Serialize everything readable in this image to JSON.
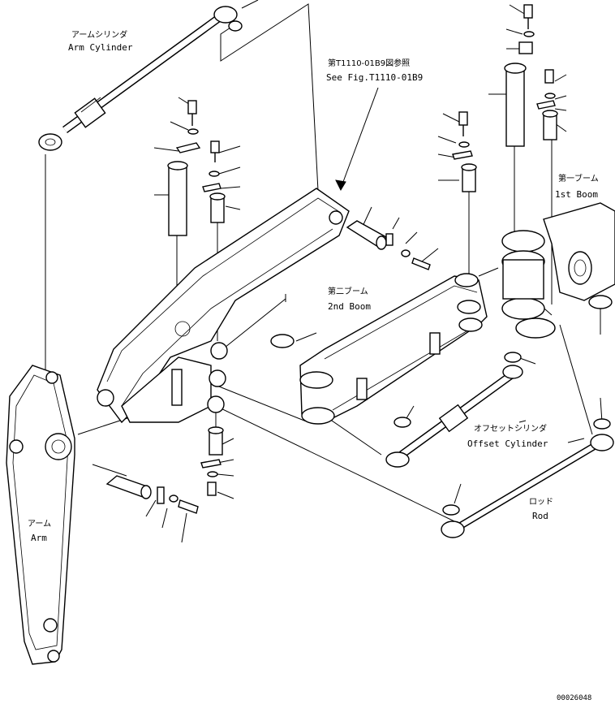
{
  "labels": {
    "arm_cylinder_jp": "アームシリンダ",
    "arm_cylinder_en": "Arm Cylinder",
    "see_fig_jp": "第T1110-01B9図参照",
    "see_fig_en": "See Fig.T1110-01B9",
    "first_boom_jp": "第一ブーム",
    "first_boom_en": "1st Boom",
    "second_boom_jp": "第二ブーム",
    "second_boom_en": "2nd Boom",
    "offset_cyl_jp": "オフセットシリンダ",
    "offset_cyl_en": "Offset Cylinder",
    "rod_jp": "ロッド",
    "rod_en": "Rod",
    "arm_jp": "アーム",
    "arm_en": "Arm",
    "drawing_no": "00026048"
  }
}
